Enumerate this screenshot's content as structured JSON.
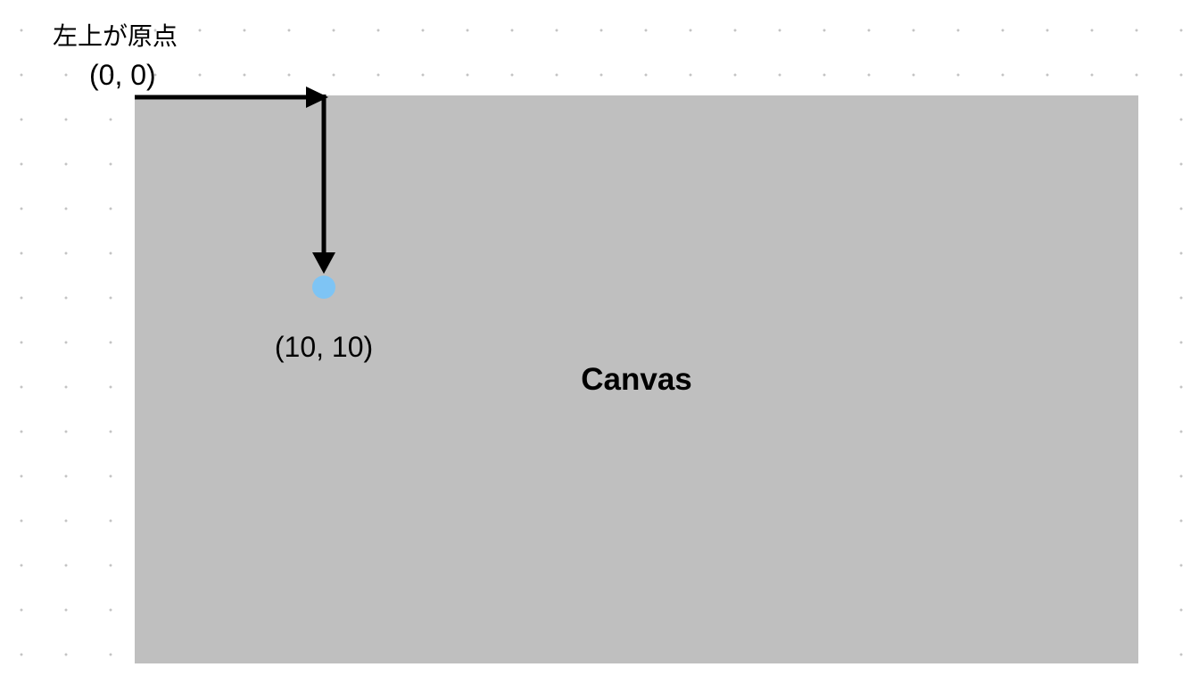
{
  "origin": {
    "caption": "左上が原点",
    "coordinate": "(0, 0)"
  },
  "point": {
    "coordinate": "(10, 10)",
    "color": "#7ec4f4"
  },
  "canvas": {
    "label": "Canvas",
    "color": "#bfbfbf"
  },
  "arrows": {
    "color": "#000000"
  }
}
